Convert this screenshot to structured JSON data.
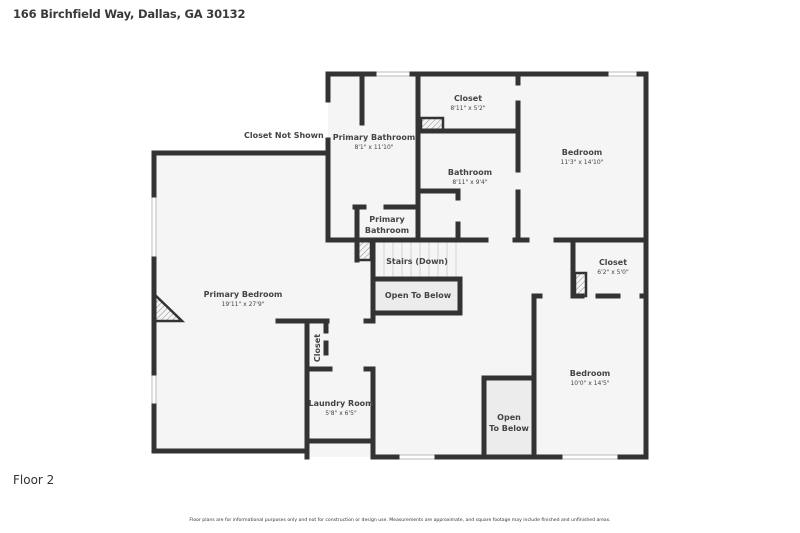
{
  "header": {
    "address": "166 Birchfield Way, Dallas, GA 30132"
  },
  "floor": {
    "label": "Floor 2"
  },
  "note": {
    "closet_not_shown": "Closet Not Shown"
  },
  "rooms": {
    "primary_bedroom": {
      "name": "Primary Bedroom",
      "dims": "19'11\" x 27'9\""
    },
    "primary_bathroom": {
      "name": "Primary Bathroom",
      "dims": "8'1\" x 11'10\""
    },
    "primary_bathroom_wc_line1": {
      "name": "Primary"
    },
    "primary_bathroom_wc_line2": {
      "name": "Bathroom"
    },
    "closet_top": {
      "name": "Closet",
      "dims": "8'11\" x 5'2\""
    },
    "bathroom": {
      "name": "Bathroom",
      "dims": "8'11\" x 9'4\""
    },
    "bedroom_ne": {
      "name": "Bedroom",
      "dims": "11'3\" x 14'10\""
    },
    "stairs": {
      "name": "Stairs (Down)"
    },
    "open_to_below_1": {
      "name": "Open To Below"
    },
    "closet_right": {
      "name": "Closet",
      "dims": "6'2\" x 5'0\""
    },
    "bedroom_se": {
      "name": "Bedroom",
      "dims": "10'0\" x 14'5\""
    },
    "open_to_below_2_line1": {
      "name": "Open"
    },
    "open_to_below_2_line2": {
      "name": "To Below"
    },
    "closet_small": {
      "name": "Closet"
    },
    "laundry": {
      "name": "Laundry Room",
      "dims": "5'8\" x 6'5\""
    }
  },
  "colors": {
    "wall": "#333333",
    "floor": "#f5f5f5",
    "open_below": "#ececec",
    "window": "#cfcfcf"
  },
  "footer": {
    "disclaimer": "Floor plans are for informational purposes only and not for construction or design use. Measurements are approximate, and square footage may include finished and unfinished areas."
  }
}
